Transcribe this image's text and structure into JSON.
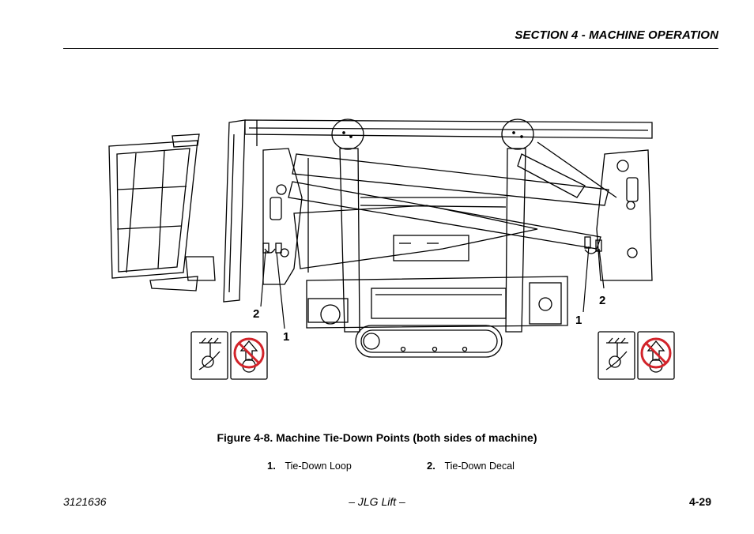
{
  "header": {
    "section_title": "SECTION 4 - MACHINE OPERATION"
  },
  "figure": {
    "callouts": {
      "left_decal": "2",
      "left_loop": "1",
      "right_loop": "1",
      "right_decal": "2"
    }
  },
  "caption": "Figure 4-8. Machine Tie-Down Points (both sides of machine)",
  "legend": [
    {
      "number": "1.",
      "label": "Tie-Down Loop"
    },
    {
      "number": "2.",
      "label": "Tie-Down Decal"
    }
  ],
  "footer": {
    "doc_number": "3121636",
    "publisher": "– JLG Lift –",
    "page_number": "4-29"
  },
  "colors": {
    "prohibition_red": "#d2232a",
    "line": "#000000"
  }
}
